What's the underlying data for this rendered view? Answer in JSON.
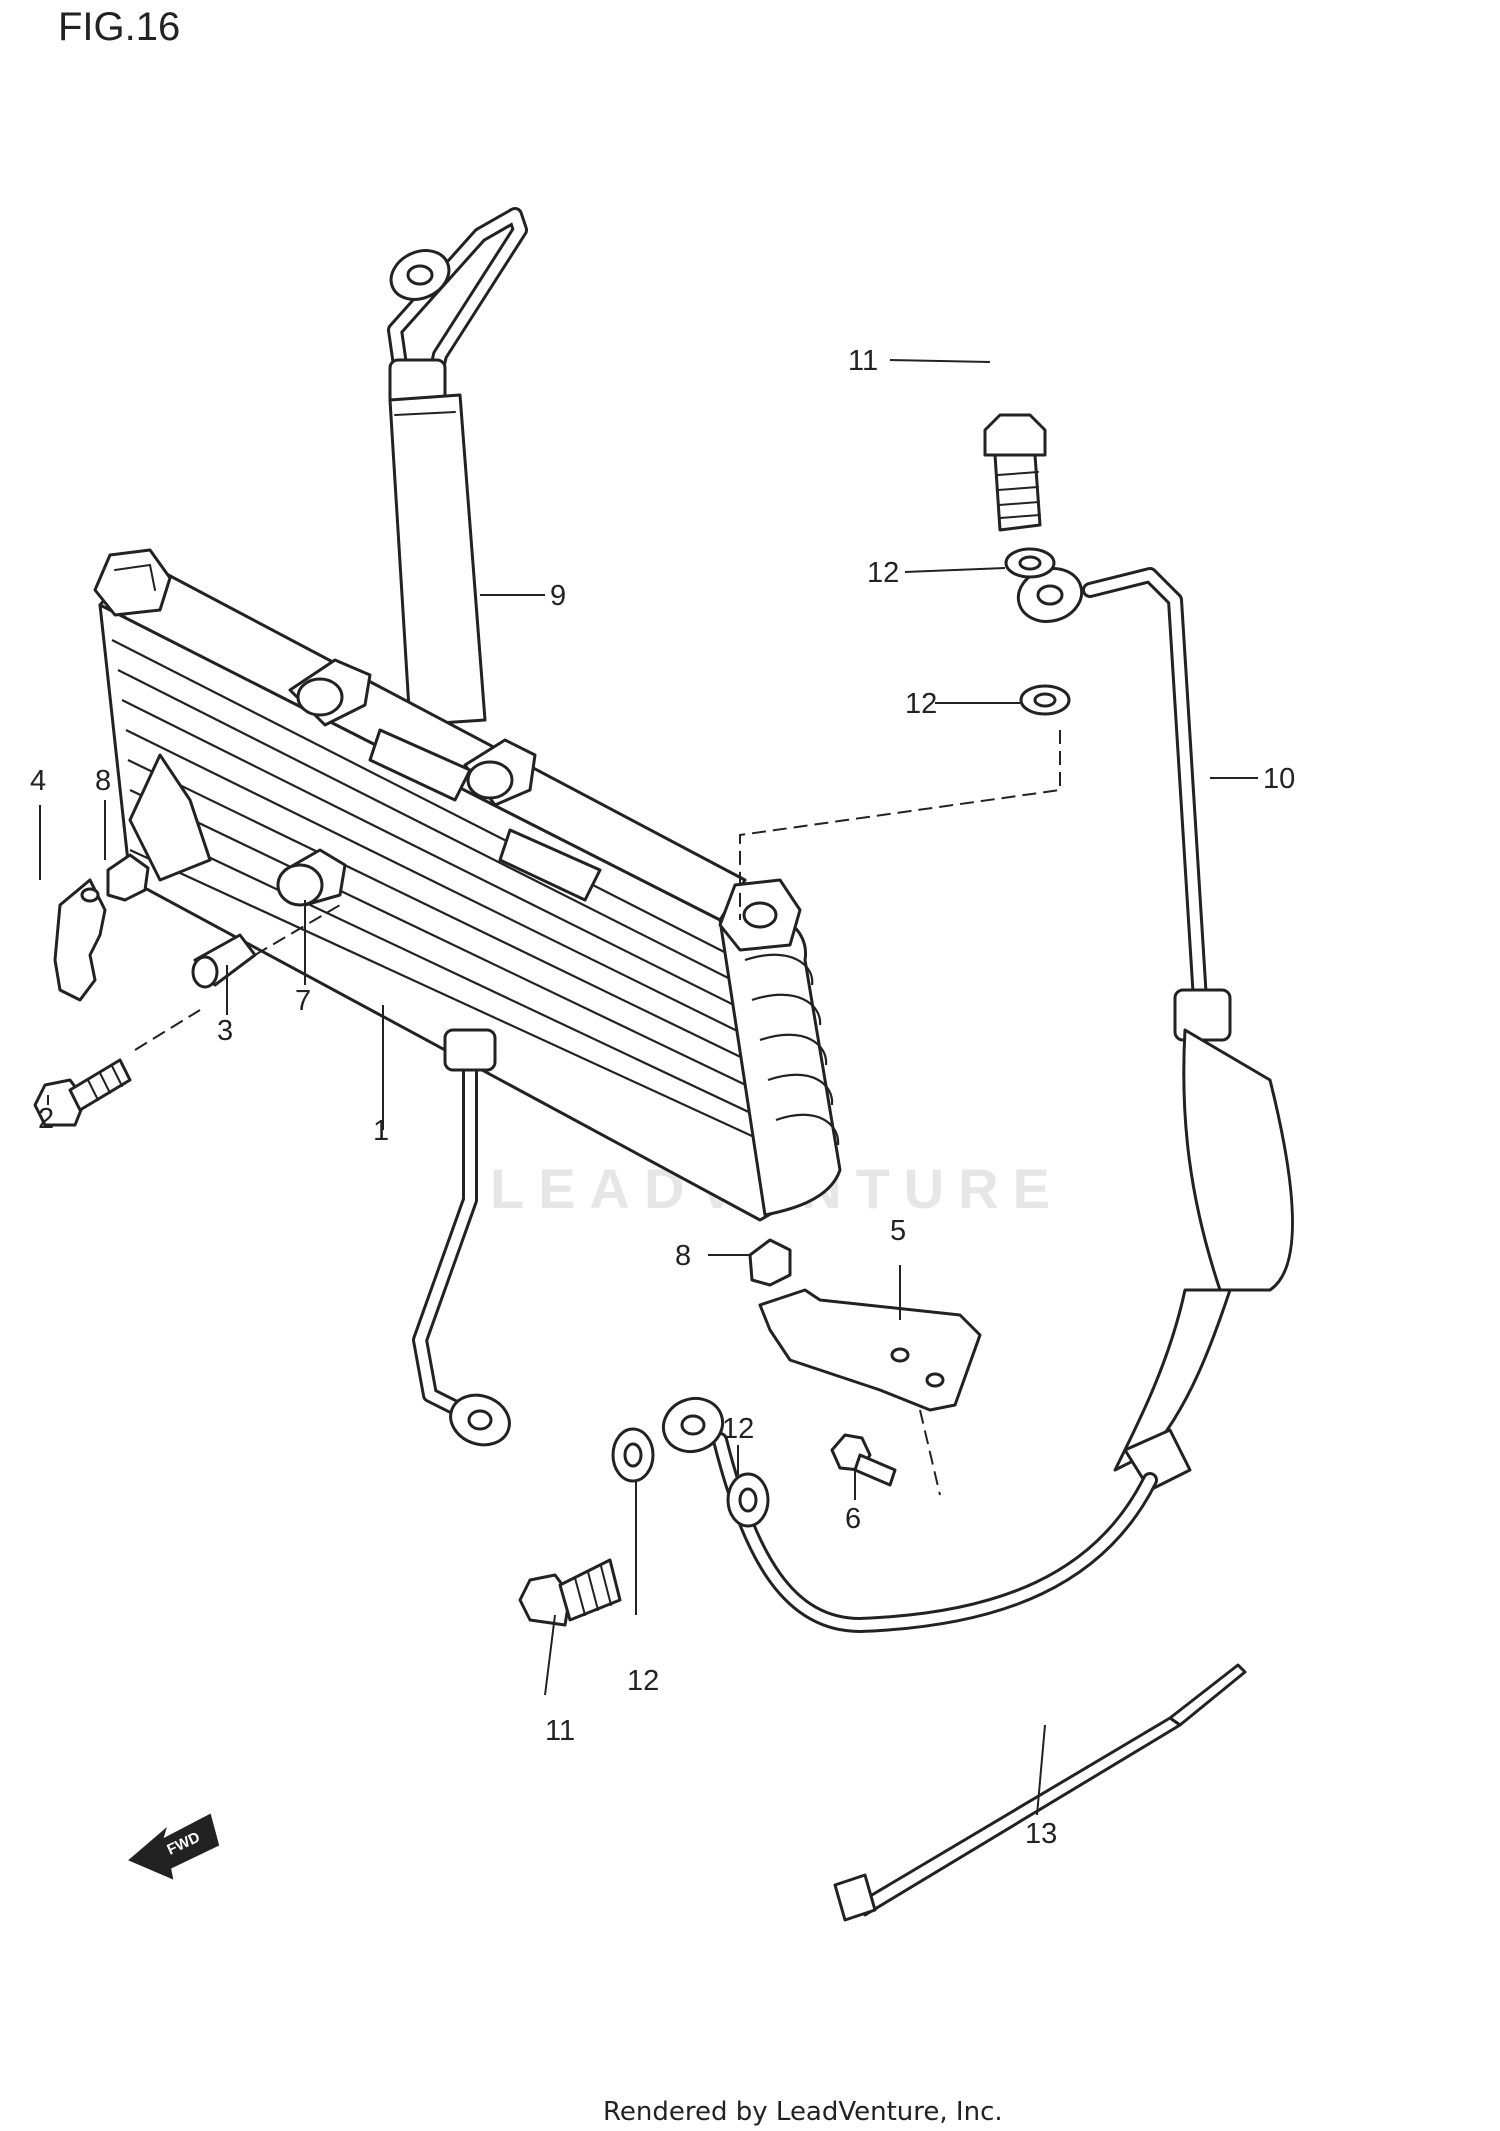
{
  "figure_title": "FIG.16",
  "watermark": "LEADVENTURE",
  "footer_text": "Rendered by LeadVenture, Inc.",
  "fwd_label": "FWD",
  "callouts": {
    "p1": "1",
    "p2": "2",
    "p3": "3",
    "p4": "4",
    "p5": "5",
    "p6": "6",
    "p7": "7",
    "p8_left": "8",
    "p8_right": "8",
    "p9": "9",
    "p10": "10",
    "p11_top": "11",
    "p11_bottom": "11",
    "p12_a": "12",
    "p12_b": "12",
    "p12_c": "12",
    "p12_d": "12",
    "p13": "13"
  }
}
